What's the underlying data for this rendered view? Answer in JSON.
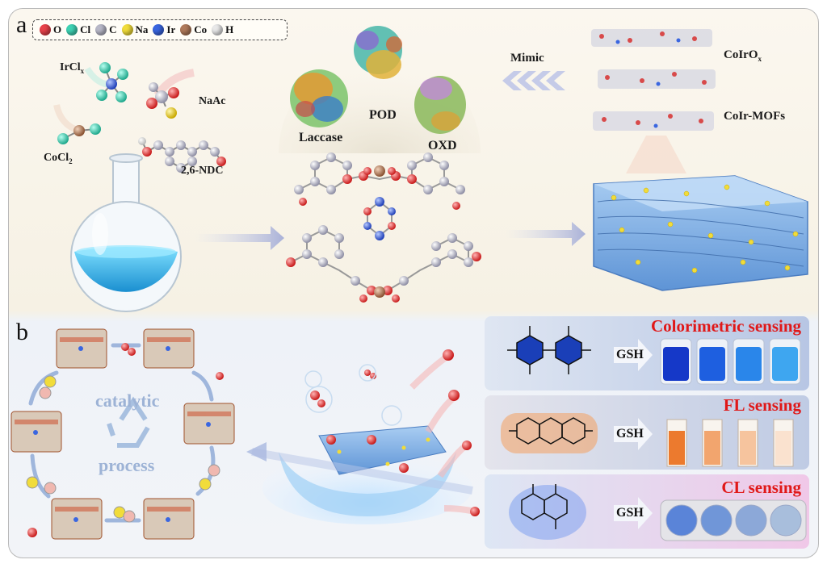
{
  "panel_a": {
    "letter": "a"
  },
  "panel_b": {
    "letter": "b"
  },
  "legend": [
    {
      "symbol": "O",
      "color": "#e8424a"
    },
    {
      "symbol": "Cl",
      "color": "#3fd3b4"
    },
    {
      "symbol": "C",
      "color": "#b8b8c8"
    },
    {
      "symbol": "Na",
      "color": "#f1dc3a"
    },
    {
      "symbol": "Ir",
      "color": "#3a66e0"
    },
    {
      "symbol": "Co",
      "color": "#b07a5a"
    },
    {
      "symbol": "H",
      "color": "#e8e8e8"
    }
  ],
  "labels": {
    "ircl_main": "IrCl",
    "ircl_sub": "x",
    "naac": "NaAc",
    "cocl_main": "CoCl",
    "cocl_sub": "2",
    "ndc": "2,6-NDC",
    "laccase": "Laccase",
    "pod": "POD",
    "oxd": "OXD",
    "mimic": "Mimic",
    "coirox_main": "CoIrO",
    "coirox_sub": "x",
    "coir_mofs": "CoIr-MOFs",
    "catalytic": "catalytic",
    "process": "process"
  },
  "sensing": [
    {
      "title": "Colorimetric sensing",
      "reagent": "GSH"
    },
    {
      "title": "FL sensing",
      "reagent": "GSH"
    },
    {
      "title": "CL sensing",
      "reagent": "GSH"
    }
  ],
  "colors": {
    "colorimetric_wells": [
      "#1538c8",
      "#1e5fe0",
      "#2a86ea",
      "#3ea6f0"
    ],
    "fl_tubes": [
      "#ec7a2e",
      "#f2a56e",
      "#f6c49e",
      "#fae2cf"
    ],
    "cl_wells": [
      "#5a84d8",
      "#7096d8",
      "#8ca8d8",
      "#a8bedc"
    ]
  }
}
